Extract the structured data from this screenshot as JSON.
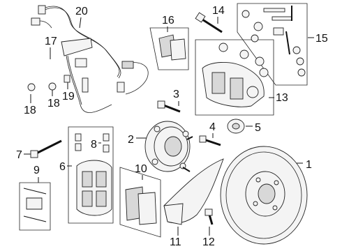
{
  "callouts": {
    "c1": "1",
    "c2": "2",
    "c3": "3",
    "c4": "4",
    "c5": "5",
    "c6": "6",
    "c7": "7",
    "c8": "8",
    "c9": "9",
    "c10": "10",
    "c11": "11",
    "c12": "12",
    "c13": "13",
    "c14": "14",
    "c15": "15",
    "c16": "16",
    "c17": "17",
    "c18a": "18",
    "c18b": "18",
    "c19": "19",
    "c20": "20"
  }
}
